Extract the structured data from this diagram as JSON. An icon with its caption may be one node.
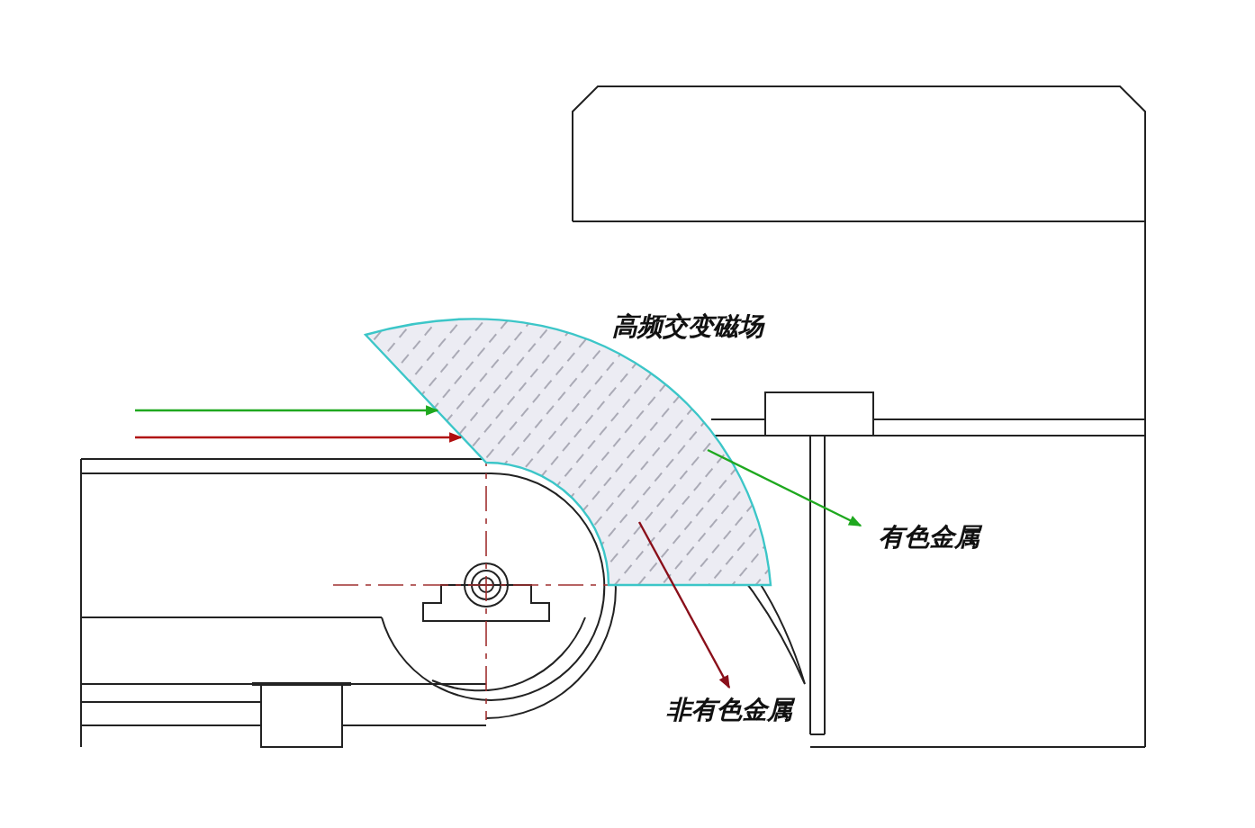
{
  "diagram": {
    "nodes": [
      {
        "text": [
          "高频交变磁场"
        ]
      },
      {
        "text": [
          "有色金属"
        ]
      },
      {
        "text": [
          "非有色金属"
        ]
      }
    ],
    "edges": [
      {
        "from": null,
        "to": 0,
        "arrow": "to",
        "color": "#1fa81f"
      },
      {
        "from": null,
        "to": 0,
        "arrow": "to",
        "color": "#b01010"
      },
      {
        "from": 0,
        "to": 1,
        "arrow": "to",
        "color": "#1fa81f"
      },
      {
        "from": 0,
        "to": 2,
        "arrow": "to",
        "color": "#8a0f1a"
      }
    ]
  }
}
